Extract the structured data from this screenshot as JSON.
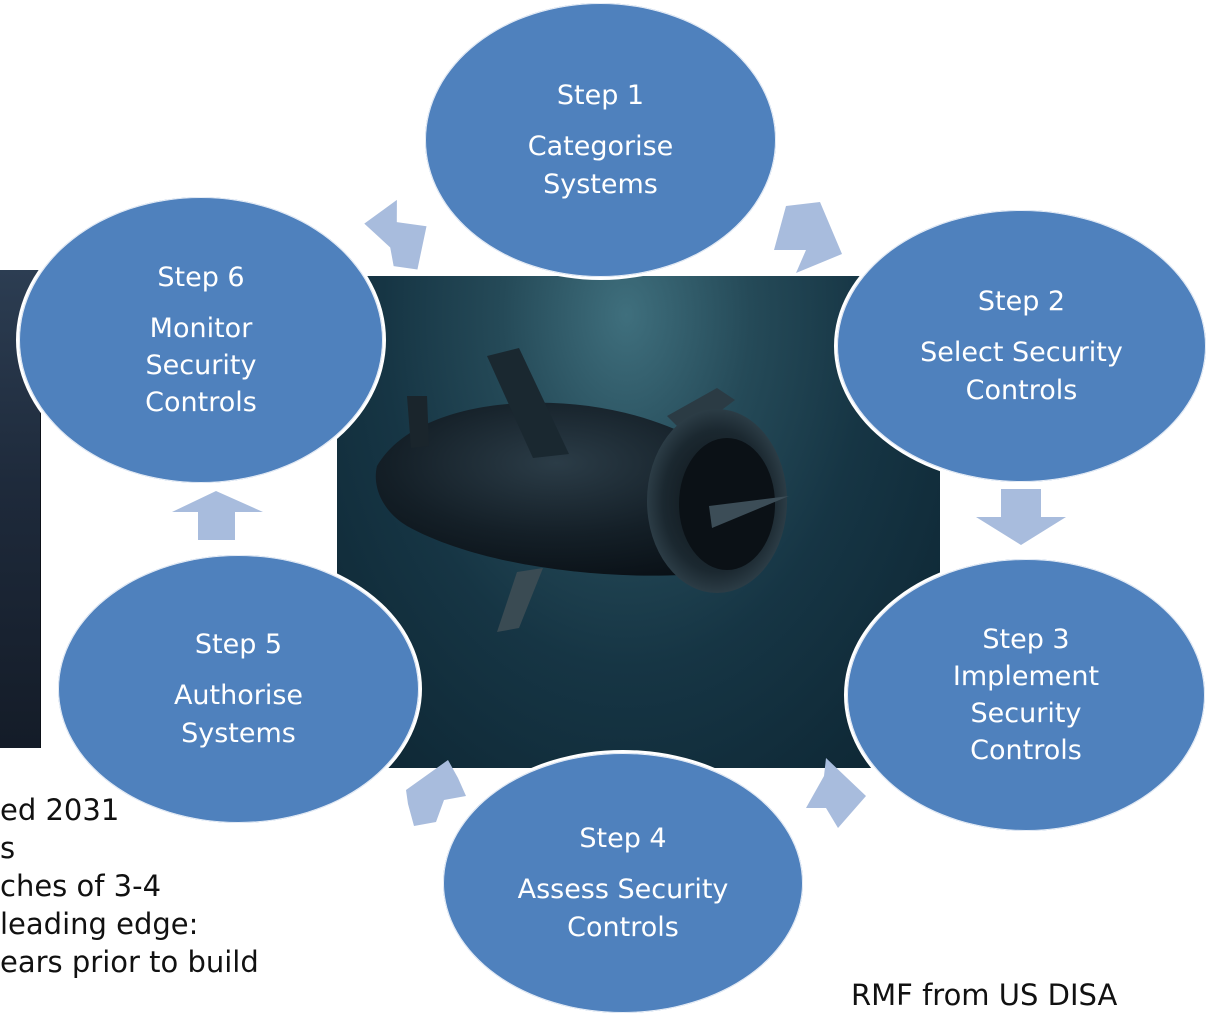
{
  "cycle": {
    "steps": [
      {
        "number": "Step 1",
        "title": "Categorise\nSystems"
      },
      {
        "number": "Step 2",
        "title": "Select Security\nControls"
      },
      {
        "number": "Step 3",
        "title": "Implement\nSecurity\nControls"
      },
      {
        "number": "Step 4",
        "title": "Assess Security\nControls"
      },
      {
        "number": "Step 5",
        "title": "Authorise\nSystems"
      },
      {
        "number": "Step 6",
        "title": "Monitor\nSecurity\nControls"
      }
    ],
    "ellipse_color": "#4f81bd",
    "arrow_color": "#a8bcdd"
  },
  "body_text": {
    "lines": [
      "ed 2031",
      "s",
      "ches of 3-4",
      "leading edge:",
      "ears prior to build"
    ]
  },
  "caption": "RMF from US DISA"
}
